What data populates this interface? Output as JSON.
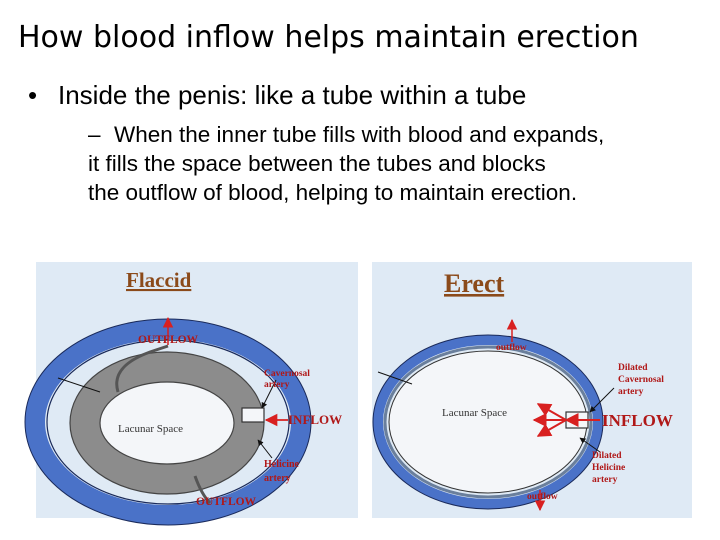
{
  "slide": {
    "title": "How blood inflow helps maintain erection",
    "bullet": "Inside the penis: like a tube within a tube",
    "bullet_symbol": "•",
    "sub_dash": "–",
    "sub_lines": [
      "When the inner tube fills with blood and expands,",
      "it fills the space between the tubes and blocks",
      "the outflow of blood, helping to maintain erection."
    ]
  },
  "diagram": {
    "flaccid": {
      "heading": "Flaccid",
      "outflow_top": "OUTFLOW",
      "outflow_bottom": "OUTFLOW",
      "cavernosal_1": "Cavernosal",
      "cavernosal_2": "artery",
      "inflow": "INFLOW",
      "lacunar": "Lacunar Space",
      "helicine_1": "Helicine",
      "helicine_2": "artery"
    },
    "erect": {
      "heading": "Erect",
      "outflow_top": "outflow",
      "outflow_bottom": "outflow",
      "dilated_cav_1": "Dilated",
      "dilated_cav_2": "Cavernosal",
      "dilated_cav_3": "artery",
      "inflow": "INFLOW",
      "lacunar": "Lacunar Space",
      "dilated_hel_1": "Dilated",
      "dilated_hel_2": "Helicine",
      "dilated_hel_3": "artery"
    },
    "colors": {
      "panel_bg": "#dfeaf5",
      "outer_ring": "#4a72c8",
      "flaccid_inner": "#8c8c8c",
      "label_red": "#b01818",
      "heading_brown": "#8b4a1a",
      "arrow_red": "#d82020"
    }
  }
}
